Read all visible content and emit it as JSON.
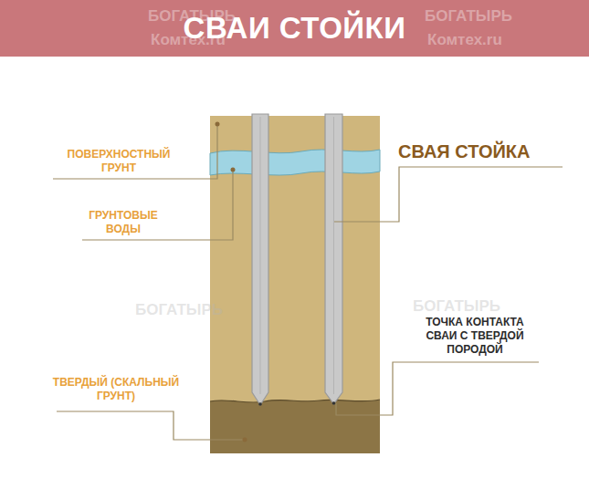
{
  "diagram": {
    "title": "СВАИ СТОЙКИ",
    "labels": [
      "ПОВЕРХНОСТНЫЙ ГРУНТ",
      "ГРУНТОВЫЕ ВОДЫ",
      "СВАЯ СТОЙКА",
      "ТОЧКА КОНТАКТА СВАИ С ТВЕРДОЙ ПОРОДОЙ",
      "ТВЕРДЫЙ (СКАЛЬНЫЙ ГРУНТ)",
      "БОГАТЫРЬ",
      "Комтех.ru",
      "БОГАТЫРЬ",
      "Комтех.ru",
      "БОГАТЫРЬ",
      "БОГАТЫРЬ"
    ]
  }
}
